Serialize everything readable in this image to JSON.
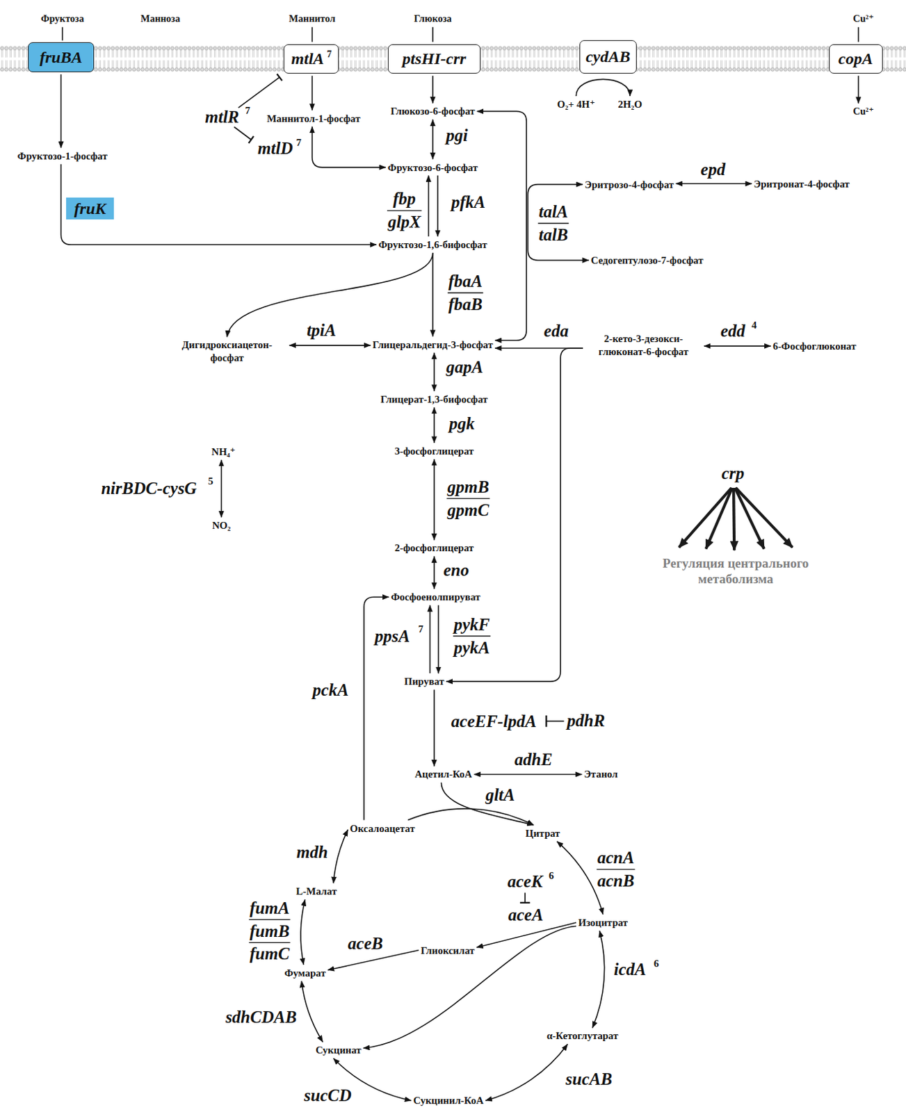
{
  "diagram": {
    "nodes": [
      {
        "text": [
          "Фруктоза"
        ]
      },
      {
        "text": [
          "Манноза"
        ]
      },
      {
        "text": [
          "Маннитол"
        ]
      },
      {
        "text": [
          "Глюкоза"
        ]
      },
      {
        "text": [
          "Cu²⁺"
        ]
      },
      {
        "text": [
          "fruBA"
        ]
      },
      {
        "text": [
          "mtlA",
          "7"
        ]
      },
      {
        "text": [
          "ptsHI-crr"
        ]
      },
      {
        "text": [
          "cydAB"
        ]
      },
      {
        "text": [
          "copA"
        ]
      },
      {
        "text": [
          "O₂+ 4H⁺"
        ]
      },
      {
        "text": [
          "2H₂O"
        ]
      },
      {
        "text": [
          "Cu²⁺"
        ]
      },
      {
        "text": [
          "Глюкозо-6-фосфат"
        ]
      },
      {
        "text": [
          "Маннитол-1-фосфат"
        ]
      },
      {
        "text": [
          "Фруктозо-1-фосфат"
        ]
      },
      {
        "text": [
          "Фруктозо-6-фосфат"
        ]
      },
      {
        "text": [
          "Эритрозо-4-фосфат"
        ]
      },
      {
        "text": [
          "Эритронат-4-фосфат"
        ]
      },
      {
        "text": [
          "fruK"
        ]
      },
      {
        "text": [
          "Фруктозо-1,6-бифосфат"
        ]
      },
      {
        "text": [
          "Седогептулозо-7-фосфат"
        ]
      },
      {
        "text": [
          "Дигидроксиацетон- фосфат"
        ]
      },
      {
        "text": [
          "Глицеральдегид-3-фосфат"
        ]
      },
      {
        "text": [
          "2-кето-3-дезокси- глюконат-6-фосфат"
        ]
      },
      {
        "text": [
          "6-Фосфоглюконат"
        ]
      },
      {
        "text": [
          "Глицерат-1,3-бифосфат"
        ]
      },
      {
        "text": [
          "3-фосфоглицерат"
        ]
      },
      {
        "text": [
          "2-фосфоглицерат"
        ]
      },
      {
        "text": [
          "Фосфоенолпируват"
        ]
      },
      {
        "text": [
          "Пируват"
        ]
      },
      {
        "text": [
          "Ацетил-КоА"
        ]
      },
      {
        "text": [
          "Этанол"
        ]
      },
      {
        "text": [
          "Оксалоацетат"
        ]
      },
      {
        "text": [
          "Цитрат"
        ]
      },
      {
        "text": [
          "L-Малат"
        ]
      },
      {
        "text": [
          "Изоцитрат"
        ]
      },
      {
        "text": [
          "Глиоксилат"
        ]
      },
      {
        "text": [
          "Фумарат"
        ]
      },
      {
        "text": [
          "α-Кетоглутарат"
        ]
      },
      {
        "text": [
          "Сукцинат"
        ]
      },
      {
        "text": [
          "Сукцинил-КоА"
        ]
      },
      {
        "text": [
          "NH₄⁺"
        ]
      },
      {
        "text": [
          "NO₂"
        ]
      }
    ],
    "edges": [
      {
        "from": 0,
        "to": 5,
        "arrow": "none"
      },
      {
        "from": 5,
        "to": 15,
        "arrow": "to"
      },
      {
        "from": 2,
        "to": 6,
        "arrow": "none"
      },
      {
        "from": 6,
        "to": 14,
        "arrow": "to"
      },
      {
        "from": 3,
        "to": 7,
        "arrow": "none"
      },
      {
        "from": 7,
        "to": 13,
        "arrow": "to"
      },
      {
        "from": 4,
        "to": 9,
        "arrow": "none"
      },
      {
        "from": 9,
        "to": 12,
        "arrow": "to"
      },
      {
        "from": 10,
        "to": 11,
        "arrow": "to"
      },
      {
        "from": 13,
        "to": 16,
        "label": "pgi",
        "arrow": "both"
      },
      {
        "from": 14,
        "to": 16,
        "label": "mtlD",
        "arrow": "both"
      },
      {
        "from": 15,
        "to": 20,
        "arrow": "to"
      },
      {
        "from": 16,
        "to": 20,
        "label": "pfkA",
        "arrow": "to"
      },
      {
        "from": 20,
        "to": 16,
        "label": "fbp glpX",
        "arrow": "to"
      },
      {
        "from": 23,
        "to": 13,
        "arrow": "both"
      },
      {
        "from": 17,
        "to": 21,
        "label": "talA talB",
        "arrow": "both"
      },
      {
        "from": 17,
        "to": 18,
        "label": "epd",
        "arrow": "both"
      },
      {
        "from": 20,
        "to": 23,
        "label": "fbaA fbaB",
        "arrow": "to"
      },
      {
        "from": 20,
        "to": 22,
        "arrow": "to"
      },
      {
        "from": 22,
        "to": 23,
        "label": "tpiA",
        "arrow": "both"
      },
      {
        "from": 24,
        "to": 23,
        "label": "eda",
        "arrow": "to"
      },
      {
        "from": 24,
        "to": 30,
        "arrow": "to"
      },
      {
        "from": 24,
        "to": 25,
        "label": "edd",
        "arrow": "both"
      },
      {
        "from": 23,
        "to": 26,
        "label": "gapA",
        "arrow": "both"
      },
      {
        "from": 26,
        "to": 27,
        "label": "pgk",
        "arrow": "both"
      },
      {
        "from": 27,
        "to": 28,
        "label": "gpmB gpmC",
        "arrow": "both"
      },
      {
        "from": 28,
        "to": 29,
        "label": "eno",
        "arrow": "both"
      },
      {
        "from": 29,
        "to": 30,
        "label": "pykF pykA",
        "arrow": "to"
      },
      {
        "from": 30,
        "to": 29,
        "label": "ppsA",
        "arrow": "to"
      },
      {
        "from": 30,
        "to": 31,
        "label": "aceEF-lpdA",
        "arrow": "to"
      },
      {
        "from": 31,
        "to": 32,
        "label": "adhE",
        "arrow": "both"
      },
      {
        "from": 31,
        "to": 34,
        "label": "gltA",
        "arrow": "to"
      },
      {
        "from": 33,
        "to": 34,
        "arrow": "to"
      },
      {
        "from": 33,
        "to": 29,
        "label": "pckA",
        "arrow": "to"
      },
      {
        "from": 34,
        "to": 36,
        "label": "acnA acnB",
        "arrow": "both"
      },
      {
        "from": 36,
        "to": 39,
        "label": "icdA",
        "arrow": "both"
      },
      {
        "from": 39,
        "to": 41,
        "label": "sucAB",
        "arrow": "both"
      },
      {
        "from": 41,
        "to": 40,
        "label": "sucCD",
        "arrow": "both"
      },
      {
        "from": 40,
        "to": 38,
        "label": "sdhCDAB",
        "arrow": "both"
      },
      {
        "from": 38,
        "to": 35,
        "label": "fumA fumB fumC",
        "arrow": "both"
      },
      {
        "from": 35,
        "to": 33,
        "label": "mdh",
        "arrow": "both"
      },
      {
        "from": 36,
        "to": 37,
        "label": "aceA",
        "arrow": "to"
      },
      {
        "from": 36,
        "to": 40,
        "arrow": "to"
      },
      {
        "from": 37,
        "to": 38,
        "label": "aceB",
        "arrow": "to"
      },
      {
        "from": 42,
        "to": 43,
        "label": "nirBDC-cysG",
        "arrow": "both"
      }
    ],
    "labels": [
      "mtlR",
      "7",
      "7",
      "4",
      "5",
      "7",
      "pdhR",
      "aceK",
      "6",
      "6",
      "crp",
      "Регуляция центрального метаболизма"
    ]
  }
}
